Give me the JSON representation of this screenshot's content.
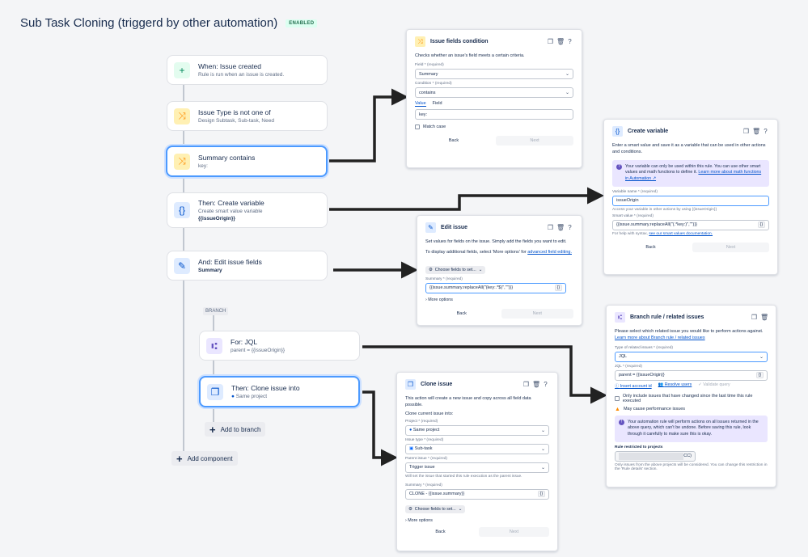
{
  "page": {
    "title": "Sub Task Cloning (triggerd by other automation)",
    "status": "ENABLED"
  },
  "flow": {
    "nodes": [
      {
        "title": "When: Issue created",
        "sub": "Rule is run when an issue is created."
      },
      {
        "title": "Issue Type is not one of",
        "sub": "Design Subtask, Sub-task, Need"
      },
      {
        "title": "Summary contains",
        "sub": "key:"
      },
      {
        "title": "Then: Create variable",
        "sub": "Create smart value variable",
        "sub2": "{{issueOrigin}}"
      },
      {
        "title": "And: Edit issue fields",
        "sub": "Summary"
      },
      {
        "title": "For: JQL",
        "sub": "parent = {{issueOrigin}}"
      },
      {
        "title": "Then: Clone issue into",
        "sub": "Same project"
      }
    ],
    "branch_label": "BRANCH",
    "add_to_branch": "Add to branch",
    "add_component": "Add component"
  },
  "panels": {
    "condition": {
      "title": "Issue fields condition",
      "desc": "Checks whether an issue's field meets a certain criteria.",
      "field_label": "Field",
      "required": "(required)",
      "field_value": "Summary",
      "condition_label": "Condition",
      "condition_value": "contains",
      "tab_value": "Value",
      "tab_field": "Field",
      "input_value": "key:",
      "match_case": "Match case",
      "back": "Back",
      "next": "Next"
    },
    "variable": {
      "title": "Create variable",
      "desc": "Enter a smart value and save it as a variable that can be used in other actions and conditions.",
      "info": "Your variable can only be used within this rule. You can use other smart values and math functions to define it.",
      "info_link": "Learn more about math functions in Automation ↗",
      "name_label": "Variable name",
      "required": "(required)",
      "name_value": "issueOrigin",
      "name_help": "Access your variable in other actions by using {{issueOrigin}}",
      "smart_label": "Smart value",
      "smart_value": "{{issue.summary.replaceAll(\"(.*key:)\",\"\")}}",
      "smart_help": "For help with syntax,",
      "smart_help_link": "see our smart values documentation.",
      "back": "Back",
      "next": "Next"
    },
    "edit": {
      "title": "Edit issue",
      "desc": "Set values for fields on the issue. Simply add the fields you want to edit.",
      "desc2": "To display additional fields, select 'More options' for",
      "desc2_link": "advanced field editing.",
      "choose": "Choose fields to set...",
      "summary_label": "Summary",
      "required": "(required)",
      "summary_value": "{{issue.summary.replaceAll(\"(key:.*$)\",\"\")}}",
      "more": "More options",
      "back": "Back",
      "next": "Next"
    },
    "branch": {
      "title": "Branch rule / related issues",
      "desc": "Please select which related issue you would like to perform actions against.",
      "desc_link": "Learn more about Branch rule / related issues",
      "type_label": "Type of related issues",
      "required": "(required)",
      "type_value": "JQL",
      "jql_label": "JQL",
      "jql_value": "parent = {{issueOrigin}}",
      "insert": "Insert account id",
      "resolve": "Resolve users",
      "validate": "Validate query",
      "only_changed": "Only include issues that have changed since the last time this rule executed",
      "warn": "May cause performance issues",
      "info": "Your automation rule will perform actions on all issues returned in the above query, which can't be undone. Before saving this rule, look through it carefully to make sure this is okay.",
      "restricted_label": "Rule restricted to projects",
      "restricted_code": "CC)",
      "restricted_help": "Only issues from the above projects will be considered. You can change this restriction in the 'Rule details' section."
    },
    "clone": {
      "title": "Clone issue",
      "desc": "This action will create a new issue and copy across all field data possible.",
      "into": "Clone current issue into:",
      "project_label": "Project",
      "required": "(required)",
      "project_value": "Same project",
      "type_label": "Issue type",
      "type_value": "Sub-task",
      "parent_label": "Parent issue",
      "parent_value": "Trigger issue",
      "parent_help": "Will set the issue that started this rule execution as the parent issue.",
      "summary_label": "Summary",
      "summary_value": "CLONE - {{issue.summary}}",
      "choose": "Choose fields to set...",
      "more": "More options",
      "back": "Back",
      "next": "Next"
    }
  },
  "colors": {
    "accent": "#4c9aff",
    "trigger": "#e3fcef",
    "condition": "#fff0b3",
    "action": "#deebff",
    "branch": "#eae6ff"
  }
}
